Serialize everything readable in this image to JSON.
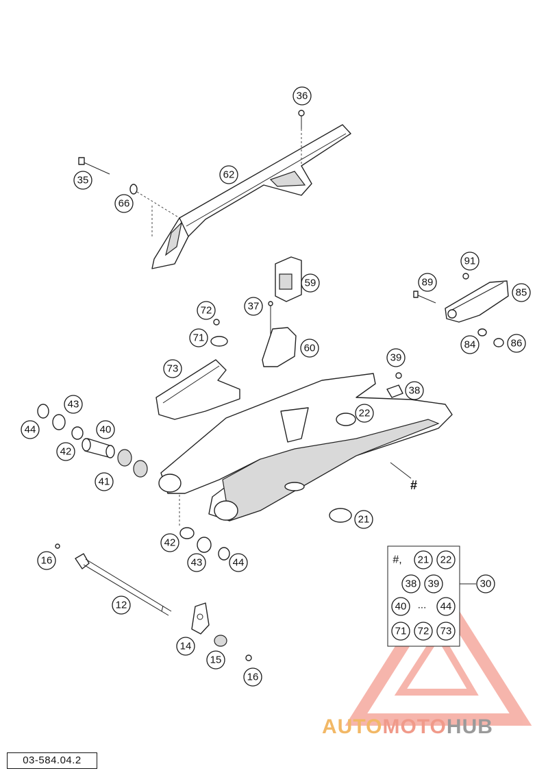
{
  "diagram_code": "03-584.04.2",
  "watermark": {
    "part1": "AUTO",
    "part2": "MOTO",
    "part3": "HUB"
  },
  "callouts": [
    {
      "label": "36"
    },
    {
      "label": "62"
    },
    {
      "label": "35"
    },
    {
      "label": "66"
    },
    {
      "label": "91"
    },
    {
      "label": "89"
    },
    {
      "label": "85"
    },
    {
      "label": "84"
    },
    {
      "label": "86"
    },
    {
      "label": "59"
    },
    {
      "label": "37"
    },
    {
      "label": "72"
    },
    {
      "label": "71"
    },
    {
      "label": "60"
    },
    {
      "label": "73"
    },
    {
      "label": "39"
    },
    {
      "label": "38"
    },
    {
      "label": "43"
    },
    {
      "label": "44"
    },
    {
      "label": "40"
    },
    {
      "label": "42"
    },
    {
      "label": "22"
    },
    {
      "label": "41"
    },
    {
      "label": "21"
    },
    {
      "label": "42"
    },
    {
      "label": "43"
    },
    {
      "label": "44"
    },
    {
      "label": "16"
    },
    {
      "label": "12"
    },
    {
      "label": "14"
    },
    {
      "label": "15"
    },
    {
      "label": "16"
    },
    {
      "label": "30"
    }
  ],
  "kit_box": {
    "hash_label": "#,",
    "items": [
      "21",
      "22",
      "38",
      "39",
      "40",
      "44",
      "71",
      "72",
      "73"
    ],
    "ellipsis": "...",
    "callout": "30"
  },
  "swingarm_marker": "#"
}
